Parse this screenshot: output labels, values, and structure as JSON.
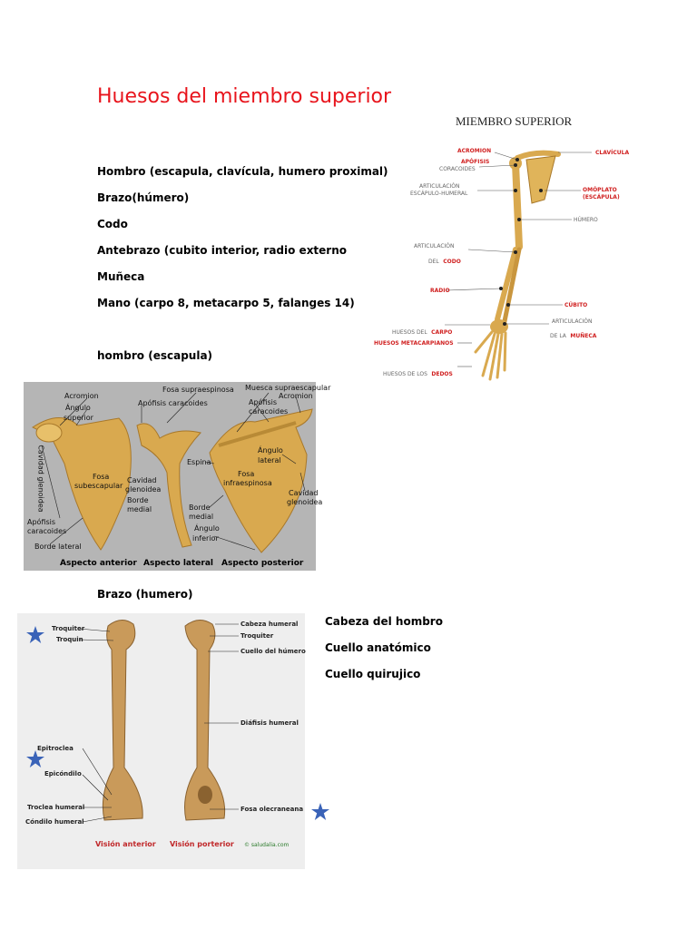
{
  "title": "Huesos del miembro superior",
  "body_lines": [
    "Hombro (escapula, clavícula, humero proximal)",
    "Brazo(húmero)",
    "Codo",
    "Antebrazo (cubito interior, radio externo",
    "Muñeca",
    "Mano (carpo 8, metacarpo 5, falanges 14)"
  ],
  "section_hombro": "hombro (escapula)",
  "section_brazo": "Brazo (humero)",
  "arm_figure": {
    "heading": "MIEMBRO SUPERIOR",
    "labels": {
      "acromion": "ACROMION",
      "apofisis": "APÓFISIS",
      "coracoides": "CORACOIDES",
      "articulacion_escapulo_1": "ARTICULACIÓN",
      "articulacion_escapulo_2": "ESCÁPULO-HUMERAL",
      "articulacion_codo_1": "ARTICULACIÓN",
      "articulacion_codo_2_prefix": "DEL",
      "articulacion_codo_2_red": "CODO",
      "radio": "RADIO",
      "huesos_carpo_prefix": "HUESOS DEL",
      "huesos_carpo_red": "CARPO",
      "metacarpianos": "HUESOS METACARPIANOS",
      "huesos_dedos_prefix": "HUESOS DE LOS",
      "huesos_dedos_red": "DEDOS",
      "clavicula": "CLAVÍCULA",
      "omoplato_1": "OMÓPLATO",
      "omoplato_2": "(ESCÁPULA)",
      "humero": "HÚMERO",
      "cubito": "CÚBITO",
      "articulacion_muneca_1": "ARTICULACIÓN",
      "articulacion_muneca_2_prefix": "DE LA",
      "articulacion_muneca_2_red": "MUÑECA"
    }
  },
  "scapula_figure": {
    "labels": {
      "acromion_left": "Acromion",
      "angulo_superior_1": "Ángulo",
      "angulo_superior_2": "superior",
      "apofisis_caracoides_top": "Apófisis caracoides",
      "fosa_supraespinosa": "Fosa supraespinosa",
      "muesca_supraescapular": "Muesca supraescapular",
      "acromion_right": "Acromion",
      "apofisis_caracoides_right_1": "Apófisis",
      "apofisis_caracoides_right_2": "caracoides",
      "cavidad_glenoidea_vert": "Cavidad glenoidea",
      "fosa_subescapular_1": "Fosa",
      "fosa_subescapular_2": "subescapular",
      "cavidad_glenoidea_mid_1": "Cavidad",
      "cavidad_glenoidea_mid_2": "glenoidea",
      "espina": "Espina",
      "angulo_lateral_1": "Ángulo",
      "angulo_lateral_2": "lateral",
      "fosa_infraespinosa_1": "Fosa",
      "fosa_infraespinosa_2": "infraespinosa",
      "cavidad_glenoidea_right_1": "Cavidad",
      "cavidad_glenoidea_right_2": "glenoidea",
      "borde_medial_1": "Borde",
      "borde_medial_2": "medial",
      "borde_medial_b_1": "Borde",
      "borde_medial_b_2": "medial",
      "apofisis_caracoides_left_1": "Apófisis",
      "apofisis_caracoides_left_2": "caracoides",
      "borde_lateral": "Borde lateral",
      "angulo_inferior_1": "Ángulo",
      "angulo_inferior_2": "inferior",
      "aspecto_anterior": "Aspecto anterior",
      "aspecto_lateral": "Aspecto lateral",
      "aspecto_posterior": "Aspecto posterior"
    }
  },
  "humerus_figure": {
    "labels": {
      "troquiter_left": "Troquiter",
      "troquin": "Troquin",
      "epitroclea": "Epitroclea",
      "epicondilo": "Epicóndilo",
      "troclea_humeral": "Troclea humeral",
      "condilo_humeral": "Cóndilo humeral",
      "cabeza_humeral": "Cabeza humeral",
      "troquiter_right": "Troquiter",
      "cuello_humero": "Cuello del húmero",
      "diafisis_humeral": "Diáfisis humeral",
      "fosa_olecraneana": "Fosa olecraneana",
      "vision_anterior": "Visión anterior",
      "vision_porterior": "Visión porterior",
      "credit": "© saludalia.com"
    }
  },
  "humerus_notes": [
    "Cabeza del hombro",
    "Cuello anatómico",
    "Cuello quirujico"
  ],
  "colors": {
    "title_red": "#e8141c",
    "star_blue": "#3a63b8",
    "bone": "#d9a94f",
    "scapula_bg": "#b5b5b5",
    "humerus_bg": "#eeeeee"
  }
}
